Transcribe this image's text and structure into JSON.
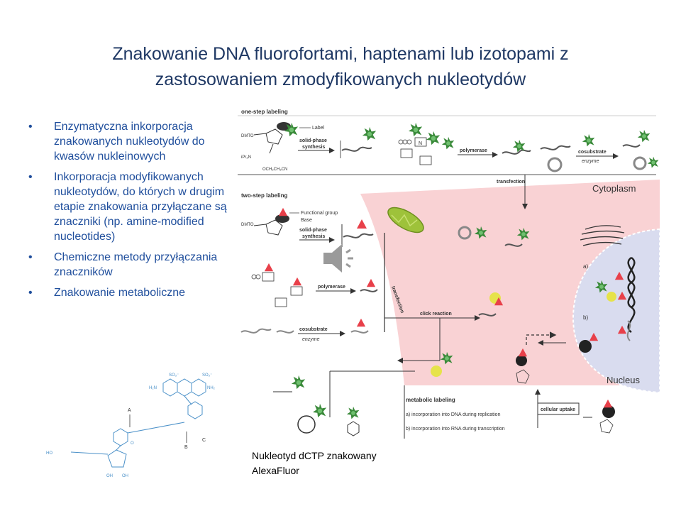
{
  "slide": {
    "title_line1": "Znakowanie DNA fluorofortami, haptenami lub izotopami z",
    "title_line2": "zastosowaniem zmodyfikowanych nukleotydów"
  },
  "bullets": [
    "Enzymatyczna inkorporacja znakowanych nukleotydów do kwasów nukleinowych",
    "Inkorporacja modyfikowanych nukleotydów, do których w drugim etapie znakowania przyłączane są znaczniki (np. amine-modified nucleotides)",
    "Chemiczne metody przyłączania znaczników",
    "Znakowanie metaboliczne"
  ],
  "caption": {
    "line1": "Nukleotyd dCTP znakowany",
    "line2": "AlexaFluor"
  },
  "diagram": {
    "one_step": "one-step labeling",
    "two_step": "two-step labeling",
    "label": "Label",
    "functional_group": "Functional group",
    "base": "Base",
    "solid_phase": "solid-phase",
    "synthesis": "synthesis",
    "polymerase": "polymerase",
    "cosubstrate": "cosubstrate",
    "enzyme": "enzyme",
    "transfection": "transfection",
    "cytoplasm": "Cytoplasm",
    "nucleus": "Nucleus",
    "click_reaction": "click reaction",
    "cellular_uptake": "cellular uptake",
    "metabolic_labeling": "metabolic labeling",
    "metabolic_a": "a) incorporation into DNA during replication",
    "metabolic_b": "b) incorporation into RNA during transcription",
    "a": "a)",
    "b": "b)",
    "n": "N",
    "dmto": "DMTO",
    "ipr2n": "iPr₂N",
    "och2ch2cn": "OCH₂CH₂CN"
  },
  "structure": {
    "letters": [
      "A",
      "B",
      "C"
    ],
    "groups": [
      "HO",
      "OH",
      "SO₃⁻",
      "H₂N",
      "NH₂",
      "O"
    ]
  },
  "colors": {
    "title": "#1f3864",
    "bullet_text": "#1f4e9c",
    "cytoplasm_fill": "#f9d2d4",
    "nucleus_fill": "#d9dcef",
    "label_green": "#3a8a3a",
    "functional_red": "#e8404a",
    "click_yellow": "#e6e34a",
    "structure_blue": "#4a90c8"
  },
  "icons": {
    "speaker": "speaker-icon"
  }
}
